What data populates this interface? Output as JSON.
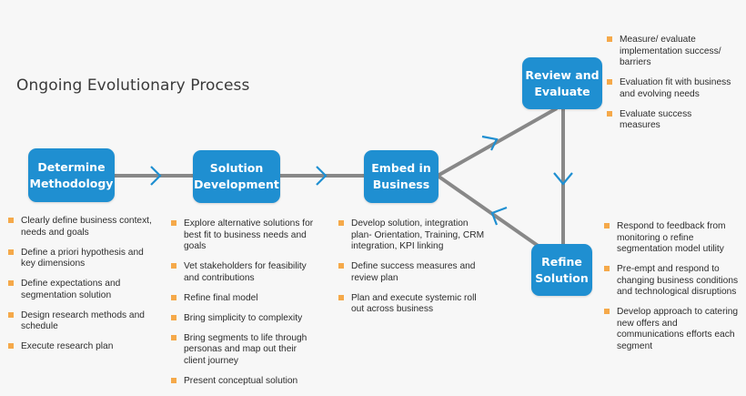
{
  "title": "Ongoing Evolutionary Process",
  "colors": {
    "box": "#1f8fd1",
    "connector": "#888888",
    "arrow": "#1f8fd1",
    "bullet": "#f5a94a"
  },
  "stages": {
    "determine": "Determine\nMethodology",
    "solution": "Solution\nDevelopment",
    "embed": "Embed in\nBusiness",
    "review": "Review and\nEvaluate",
    "refine": "Refine\nSolution"
  },
  "bullets": {
    "determine": [
      "Clearly define business context, needs and goals",
      "Define a priori hypothesis and key dimensions",
      "Define expectations and segmentation solution",
      "Design research methods and schedule",
      "Execute research plan"
    ],
    "solution": [
      "Explore alternative solutions for best fit to business needs and goals",
      "Vet stakeholders for feasibility and contributions",
      "Refine final model",
      "Bring simplicity to complexity",
      "Bring segments to life through personas and map out their client journey",
      "Present conceptual solution"
    ],
    "embed": [
      "Develop solution, integration plan- Orientation, Training, CRM integration, KPI linking",
      "Define success measures and review plan",
      "Plan and execute systemic roll out across business"
    ],
    "review": [
      "Measure/ evaluate implementation success/ barriers",
      "Evaluation fit with business and evolving needs",
      "Evaluate success measures"
    ],
    "refine": [
      "Respond to feedback from monitoring o refine segmentation model utility",
      "Pre-empt and respond to changing business conditions and technological disruptions",
      "Develop approach to catering new offers and communications efforts each segment"
    ]
  }
}
